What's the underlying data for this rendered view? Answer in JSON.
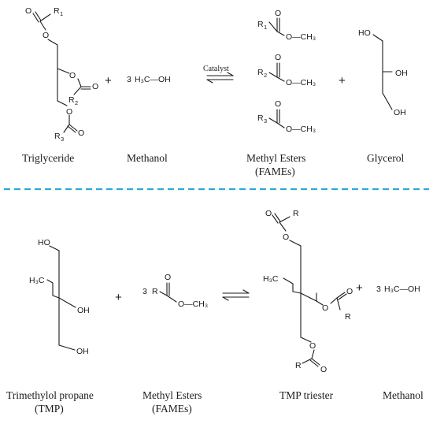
{
  "reaction1": {
    "catalyst": "Catalyst",
    "captions": {
      "triglyceride": "Triglyceride",
      "methanol": "Methanol",
      "fames_line1": "Methyl Esters",
      "fames_line2": "(FAMEs)",
      "glycerol": "Glycerol"
    },
    "plus": "+",
    "methanol_formula": {
      "coef": "3",
      "formula": "H₃C—OH"
    },
    "triglyceride_labels": {
      "o": "O",
      "r1": "R",
      "r2": "R",
      "r3": "R",
      "sub1": "1",
      "sub2": "2",
      "sub3": "3"
    },
    "ester_labels": {
      "o": "O",
      "och3": "O—CH₃",
      "r": "R",
      "sub1": "1",
      "sub2": "2",
      "sub3": "3"
    },
    "glycerol_labels": {
      "ho": "HO",
      "oh": "OH"
    }
  },
  "reaction2": {
    "captions": {
      "tmp_line1": "Trimethylol propane",
      "tmp_line2": "(TMP)",
      "fames_line1": "Methyl Esters",
      "fames_line2": "(FAMEs)",
      "triester": "TMP triester",
      "methanol": "Methanol"
    },
    "plus": "+",
    "tmp_labels": {
      "ho": "HO",
      "oh": "OH",
      "h3c": "H₃C"
    },
    "ester_labels": {
      "coef": "3",
      "r": "R",
      "o": "O",
      "och3": "O—CH₃"
    },
    "triester_labels": {
      "r": "R",
      "o": "O",
      "h3c": "H₃C"
    },
    "methanol_formula": {
      "coef": "3",
      "formula": "H₃C—OH"
    }
  },
  "colors": {
    "divider": "#29a9d9",
    "ink": "#1a1a1a"
  }
}
